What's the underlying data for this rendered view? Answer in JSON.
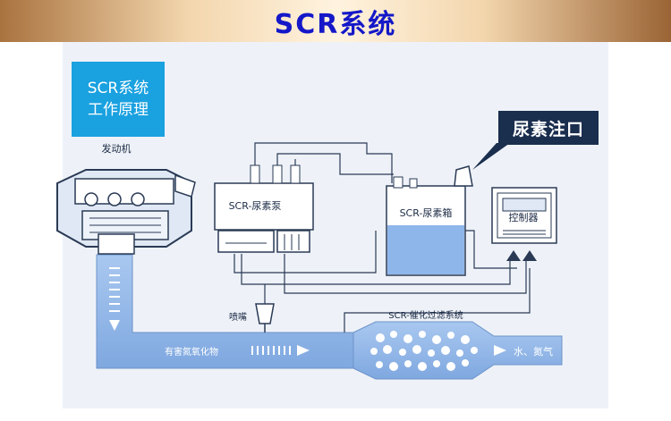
{
  "header": {
    "title": "SCR系统"
  },
  "diagram": {
    "principle_title_line1": "SCR系统",
    "principle_title_line2": "工作原理",
    "engine_label": "发动机",
    "pump_label": "SCR-尿素泵",
    "tank_label": "SCR-尿素箱",
    "inlet_label": "尿素注口",
    "controller_label": "控制器",
    "nozzle_label": "喷嘴",
    "catalyst_label": "SCR-催化过滤系统",
    "exhaust_in_label": "有害氮氧化物",
    "exhaust_out_label": "水、氮气"
  },
  "colors": {
    "banner_title": "#1418c8",
    "pipe_blue": "#8fb6ea",
    "accent_blue": "#1aa1e0",
    "label_dark": "#1a2e4e"
  }
}
